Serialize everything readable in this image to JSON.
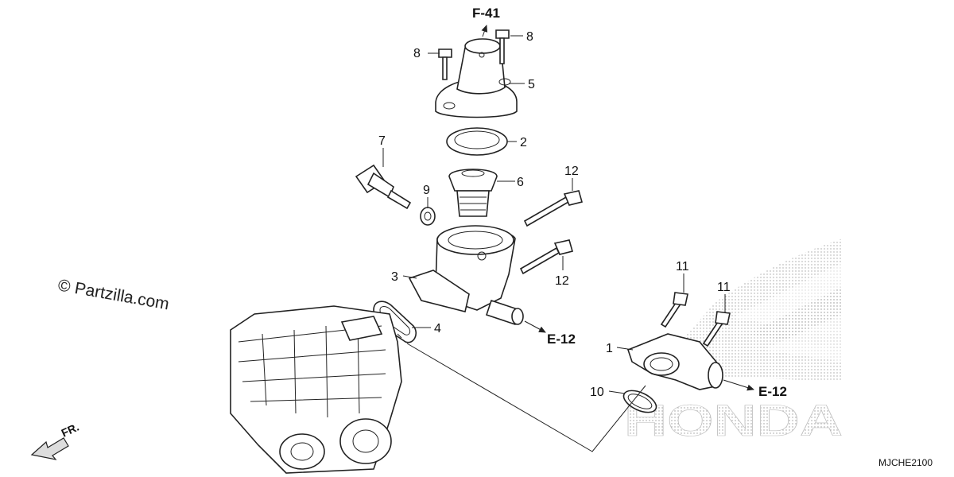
{
  "watermark": "© Partzilla.com",
  "diagram_code": "MJCHE2100",
  "front_label": "FR.",
  "background_logo_text": "HONDA",
  "callouts": [
    {
      "id": "p8a",
      "label": "8"
    },
    {
      "id": "p8b",
      "label": "8"
    },
    {
      "id": "p5",
      "label": "5"
    },
    {
      "id": "p2",
      "label": "2"
    },
    {
      "id": "p7",
      "label": "7"
    },
    {
      "id": "p9",
      "label": "9"
    },
    {
      "id": "p6",
      "label": "6"
    },
    {
      "id": "p12a",
      "label": "12"
    },
    {
      "id": "p12b",
      "label": "12"
    },
    {
      "id": "p3",
      "label": "3"
    },
    {
      "id": "p4",
      "label": "4"
    },
    {
      "id": "p11a",
      "label": "11"
    },
    {
      "id": "p11b",
      "label": "11"
    },
    {
      "id": "p1",
      "label": "1"
    },
    {
      "id": "p10",
      "label": "10"
    }
  ],
  "references": [
    {
      "id": "ref-top",
      "label": "F-41"
    },
    {
      "id": "ref-mid",
      "label": "E-12"
    },
    {
      "id": "ref-right",
      "label": "E-12"
    }
  ]
}
